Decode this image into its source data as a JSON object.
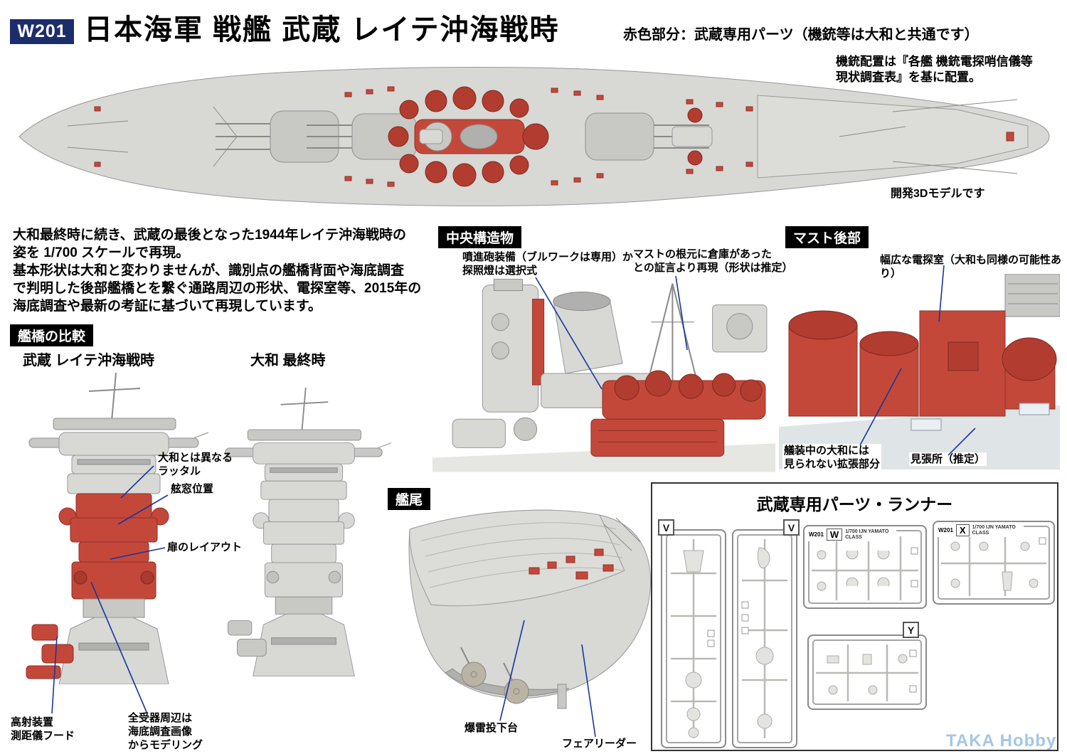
{
  "header": {
    "badge": "W201",
    "title": "日本海軍 戦艦 武蔵 レイテ沖海戦時",
    "red_note": "赤色部分：武蔵専用パーツ（機銃等は大和と共通です）",
    "gun_note": "機銃配置は『各艦 機銃電探哨信儀等\n現状調査表』を基に配置。"
  },
  "top_view": {
    "caption": "開発3Dモデルです"
  },
  "intro": "大和最終時に続き、武蔵の最後となった1944年レイテ沖海戦時の\n姿を 1/700 スケールで再現。\n基本形状は大和と変わりませんが、識別点の艦橋背面や海底調査\nで判明した後部艦橋とを繋ぐ通路周辺の形状、電探室等、2015年の\n海底調査や最新の考証に基づいて再現しています。",
  "bridge_comparison": {
    "section_label": "艦橋の比較",
    "musashi_title": "武蔵 レイテ沖海戦時",
    "yamato_title": "大和 最終時",
    "ann_ladder": "大和とは異なる\nラッタル",
    "ann_porthole": "舷窓位置",
    "ann_door": "扉のレイアウト",
    "ann_hood": "高射装置\n測距儀フード",
    "ann_receiver": "全受器周辺は\n海底調査画像\nからモデリング"
  },
  "central_structure": {
    "section_label": "中央構造物",
    "ann_rocket": "噴進砲装備（ブルワークは専用）か\n探照燈は選択式",
    "ann_mast": "マストの根元に倉庫があった\nとの証言より再現（形状は推定）"
  },
  "mast_rear": {
    "section_label": "マスト後部",
    "ann_radar_room": "幅広な電探室（大和も同様の可能性あり）",
    "ann_extension": "艤装中の大和には\n見られない拡張部分",
    "ann_lookout": "見張所（推定）"
  },
  "stern": {
    "section_label": "艦尾",
    "ann_depth_charge": "爆雷投下台",
    "ann_fairleader": "フェアリーダー"
  },
  "runner_box": {
    "title": "武蔵専用パーツ・ランナー",
    "runners": [
      {
        "tag": "V"
      },
      {
        "tag": "V"
      },
      {
        "tag": "W",
        "code": "W201",
        "desc": "1/700 IJN YAMATO CLASS"
      },
      {
        "tag": "X",
        "code": "W201",
        "desc": "1/700 IJN YAMATO CLASS"
      },
      {
        "tag": "Y"
      }
    ]
  },
  "watermark": "TAKA Hobby",
  "colors": {
    "badge_bg": "#1c2d6b",
    "part_red": "#c4483a",
    "hull_gray": "#d8d8d5",
    "annotation_blue": "#17379c",
    "watermark_blue": "#a5c6e6"
  }
}
